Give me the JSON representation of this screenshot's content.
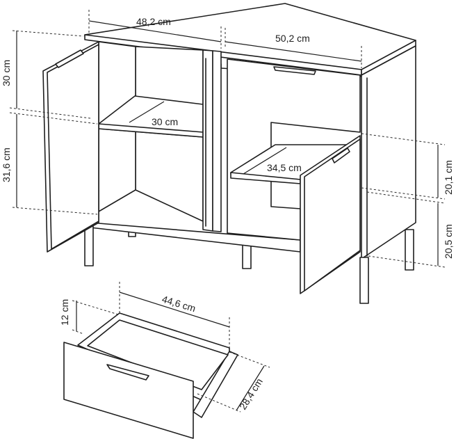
{
  "dimensions": {
    "left_width": "48,2 cm",
    "right_width": "50,2 cm",
    "top_height": "30 cm",
    "bottom_height": "31,6 cm",
    "left_shelf_depth": "30 cm",
    "right_shelf_depth": "34,5 cm",
    "right_upper_height": "20,1 cm",
    "right_lower_height": "20,5 cm",
    "drawer_width": "44,6 cm",
    "drawer_height": "12 cm",
    "drawer_depth": "28,4 cm"
  }
}
